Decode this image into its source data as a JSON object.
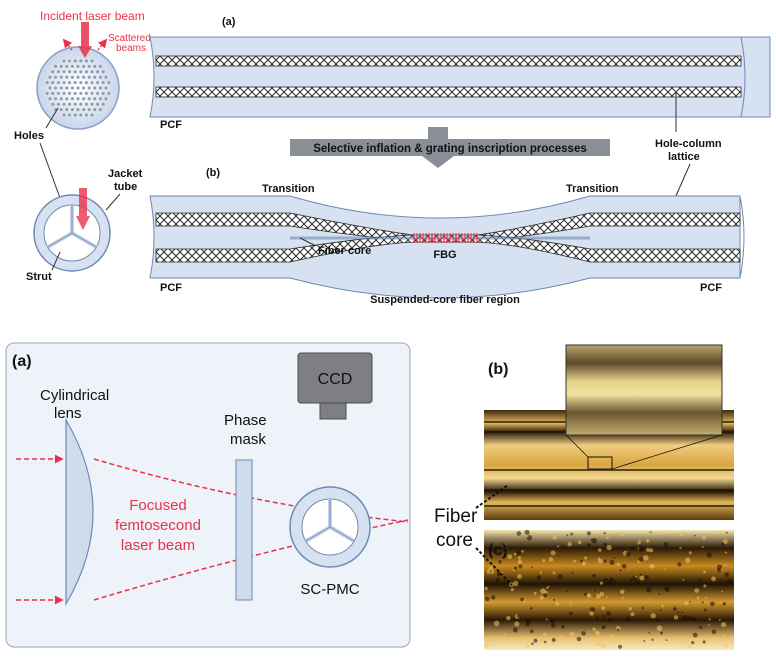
{
  "top": {
    "panel_a_label": "(a)",
    "panel_b_label": "(b)",
    "incident_beam": "Incident laser beam",
    "scattered_beams_line1": "Scattered",
    "scattered_beams_line2": "beams",
    "holes": "Holes",
    "pcf": "PCF",
    "process": "Selective inflation & grating inscription processes",
    "jacket_line1": "Jacket",
    "jacket_line2": "tube",
    "transition": "Transition",
    "fiber_core": "Fiber core",
    "fbg": "FBG",
    "strut": "Strut",
    "suspended_region": "Suspended-core fiber region",
    "hole_column_line1": "Hole-column",
    "hole_column_line2": "lattice"
  },
  "bottom": {
    "panel_a_label": "(a)",
    "cyl_lens_line1": "Cylindrical",
    "cyl_lens_line2": "lens",
    "phase_mask_line1": "Phase",
    "phase_mask_line2": "mask",
    "ccd": "CCD",
    "focused_line1": "Focused",
    "focused_line2": "femtosecond",
    "focused_line3": "laser beam",
    "sc_pmc": "SC-PMC",
    "panel_b_label": "(b)",
    "panel_c_label": "(c)",
    "fiber_core_line1": "Fiber",
    "fiber_core_line2": "core"
  },
  "colors": {
    "laser_red": "#e8324a",
    "fiber_blue": "#d6e2f2",
    "fiber_stroke": "#6f89b3",
    "banner_gray": "#8a8f97",
    "panel_bg": "#eef3fa"
  }
}
